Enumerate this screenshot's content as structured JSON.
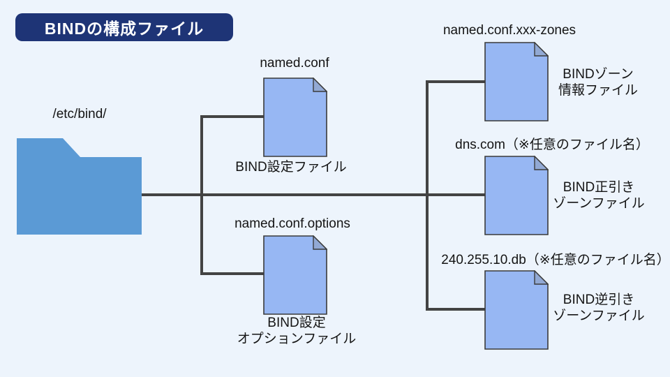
{
  "title": {
    "label": "BINDの構成ファイル"
  },
  "folder": {
    "label": "/etc/bind/"
  },
  "colors": {
    "background": "#edf4fc",
    "title_bg": "#1e3476",
    "title_text": "#ffffff",
    "folder_fill": "#5b9ad5",
    "line": "#434343",
    "doc_fill": "#97b7f3",
    "doc_fold": "#92a9d4",
    "doc_stroke": "#3a3a3a",
    "text": "#141414"
  },
  "documents": [
    {
      "title": "named.conf",
      "caption": [
        "BIND設定ファイル"
      ]
    },
    {
      "title": "named.conf.options",
      "caption": [
        "BIND設定",
        "オプションファイル"
      ]
    },
    {
      "title": "named.conf.xxx-zones",
      "caption": [
        "BINDゾーン",
        "情報ファイル"
      ]
    },
    {
      "title": "dns.com（※任意のファイル名）",
      "caption": [
        "BIND正引き",
        "ゾーンファイル"
      ]
    },
    {
      "title": "240.255.10.db（※任意のファイル名）",
      "caption": [
        "BIND逆引き",
        "ゾーンファイル"
      ]
    }
  ]
}
